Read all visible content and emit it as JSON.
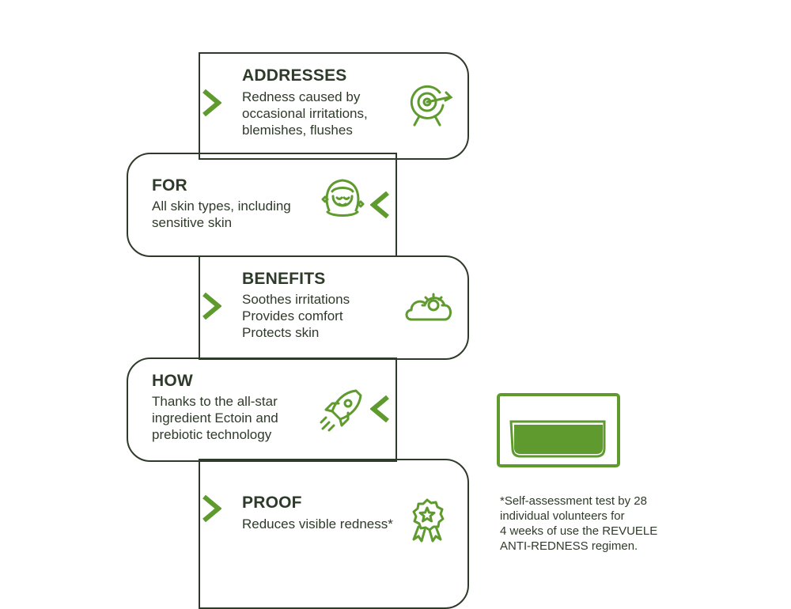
{
  "steps": [
    {
      "title": "ADDRESSES",
      "text": "Redness caused by\noccasional irritations,\nblemishes, flushes",
      "icon": "target-icon"
    },
    {
      "title": "FOR",
      "text": "All skin types, including\nsensitive skin",
      "icon": "face-icon"
    },
    {
      "title": "BENEFITS",
      "text": "Soothes irritations\nProvides comfort\nProtects skin",
      "icon": "cloud-sun-icon"
    },
    {
      "title": "HOW",
      "text": "Thanks to the all-star\ningredient Ectoin and\nprebiotic technology",
      "icon": "rocket-icon"
    },
    {
      "title": "PROOF",
      "text": "Reduces visible redness*",
      "icon": "badge-star-icon"
    }
  ],
  "footnote": "*Self-assessment test by 28\nindividual volunteers for\n4 weeks of use the REVUELE\nANTI-REDNESS regimen.",
  "colors": {
    "background": "#c3db8d",
    "ink": "#2f3b2a",
    "accent": "#5f9a2e"
  }
}
